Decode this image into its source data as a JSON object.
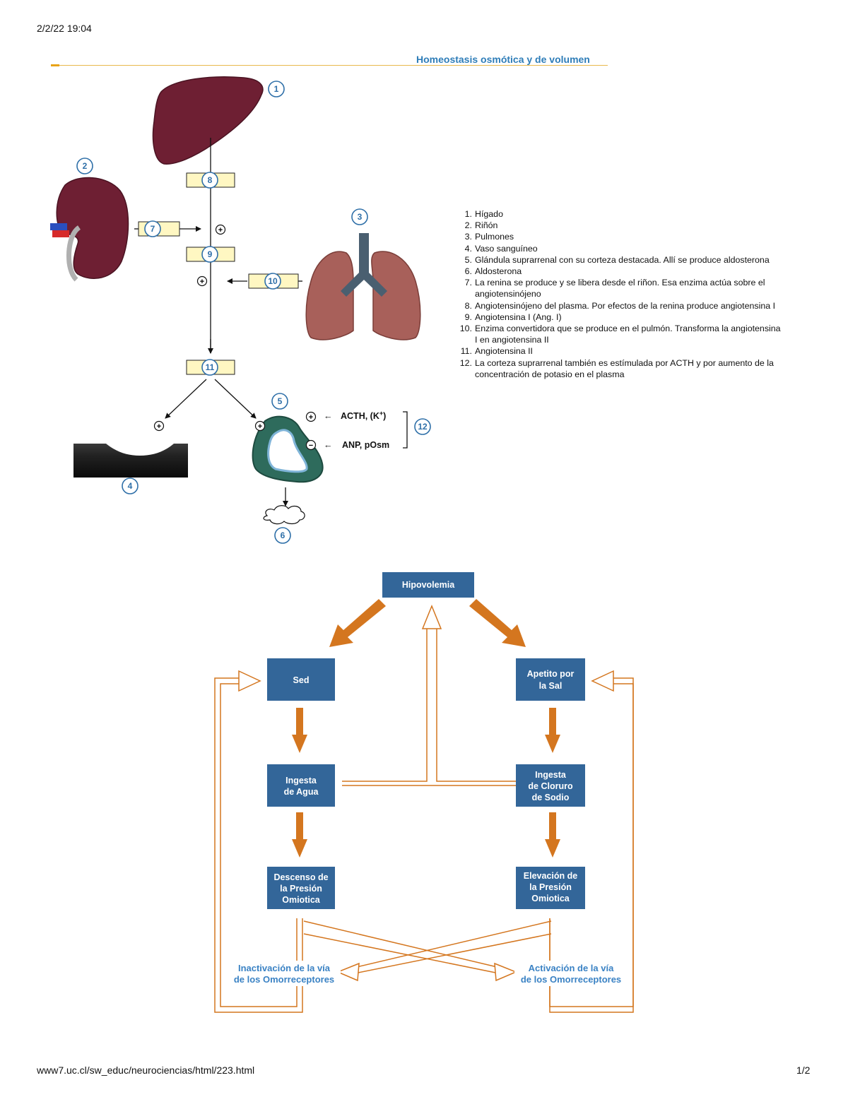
{
  "header": {
    "date": "2/2/22 19:04",
    "title": "Homeostasis osmótica y de volumen"
  },
  "footer": {
    "url": "www7.uc.cl/sw_educ/neurociencias/html/223.html",
    "page": "1/2"
  },
  "figure1": {
    "markers": [
      "1",
      "2",
      "3",
      "4",
      "5",
      "6",
      "7",
      "8",
      "9",
      "10",
      "11",
      "12"
    ],
    "plus_sign": "+",
    "minus_sign": "−",
    "regulators": {
      "stimulators": "ACTH,   (K",
      "stimulators_sup": "+",
      "stimulators_end": ")",
      "inhibitors": "ANP,   pOsm"
    },
    "legend": [
      "Hígado",
      "Riñón",
      "Pulmones",
      "Vaso sanguíneo",
      "Glándula suprarrenal con su corteza destacada. Allí se produce aldosterona",
      "Aldosterona",
      "La renina se produce y se libera desde el riñon. Esa enzima actúa sobre el angiotensinójeno",
      "Angiotensinójeno del plasma. Por efectos de la renina produce angiotensina I",
      "Angiotensina I (Ang. I)",
      "Enzima convertidora que se produce en el pulmón. Transforma la angiotensina I en angiotensina II",
      "Angiotensina II",
      "La corteza suprarrenal también es estímulada por ACTH y por aumento de la concentración de potasio en el plasma"
    ]
  },
  "flowchart": {
    "top": "Hipovolemia",
    "left": {
      "b1": "Sed",
      "b2": [
        "Ingesta",
        "de Agua"
      ],
      "b3": [
        "Descenso de",
        "la Presión",
        "Omiotica"
      ],
      "bottom": [
        "Inactivación de la vía",
        "de los Omorreceptores"
      ]
    },
    "right": {
      "b1": [
        "Apetito por",
        "la Sal"
      ],
      "b2": [
        "Ingesta",
        "de Cloruro",
        "de Sodio"
      ],
      "b3": [
        "Elevación de",
        "la Presión",
        "Omiotica"
      ],
      "bottom": [
        "Activación de la vía",
        "de los Omorreceptores"
      ]
    }
  },
  "colors": {
    "box_blue": "#336699",
    "arrow_orange": "#d4761f",
    "title_blue": "#2e7db8",
    "marker_blue": "#2e6fa8"
  }
}
